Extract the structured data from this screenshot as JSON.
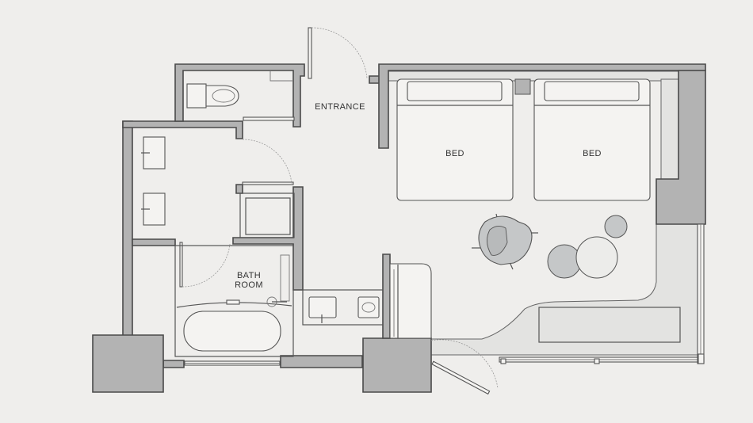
{
  "rooms": {
    "entrance": "ENTRANCE",
    "bed_left": "BED",
    "bed_right": "BED",
    "bath_line1": "BATH",
    "bath_line2": "ROOM"
  },
  "colors": {
    "background": "#efeeec",
    "wall_fill": "#b3b3b3",
    "wall_stroke": "#4a4a4a",
    "furniture_fill": "#c5c7c8",
    "floor_fill": "#e3e3e1"
  }
}
